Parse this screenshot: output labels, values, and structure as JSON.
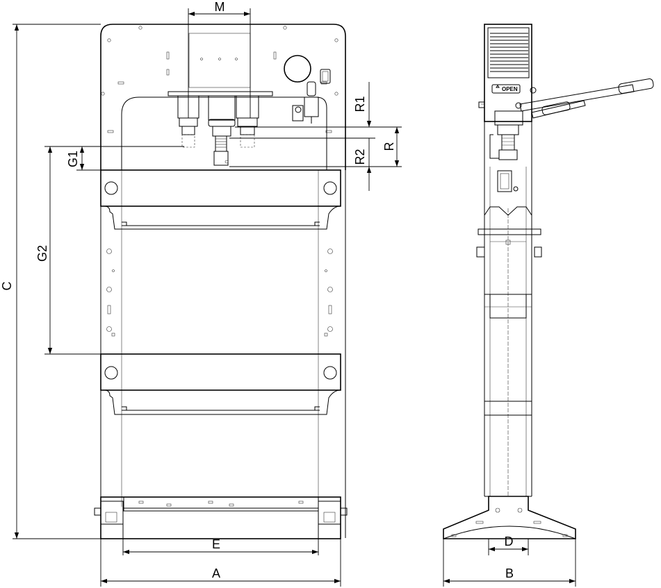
{
  "dimensions": {
    "A": "A",
    "B": "B",
    "C": "C",
    "D": "D",
    "E": "E",
    "M": "M",
    "R": "R",
    "R1": "R1",
    "R2": "R2",
    "G1": "G1",
    "G2": "G2"
  },
  "valve_label": "OPEN"
}
